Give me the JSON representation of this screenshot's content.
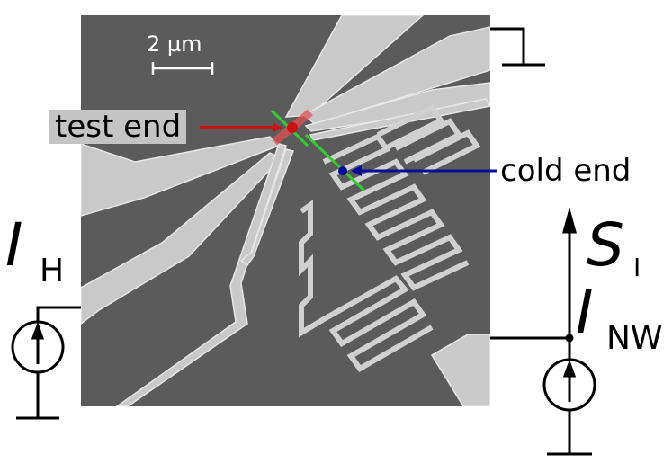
{
  "scale_bar": {
    "label": "2 µm"
  },
  "markers": {
    "test_end": {
      "label": "test end",
      "color": "#cc1111"
    },
    "cold_end": {
      "label": "cold end",
      "color": "#0a0a9a"
    },
    "line_color": "#33cc33"
  },
  "symbols": {
    "heater_current": {
      "main": "I",
      "sub": "H"
    },
    "signal": {
      "main": "S",
      "sub": "I"
    },
    "nanowire_current": {
      "main": "I",
      "sub": "NW"
    }
  },
  "colors": {
    "sem_background": "#595959",
    "electrode": "#c9c9c9",
    "wire": "#000000"
  }
}
